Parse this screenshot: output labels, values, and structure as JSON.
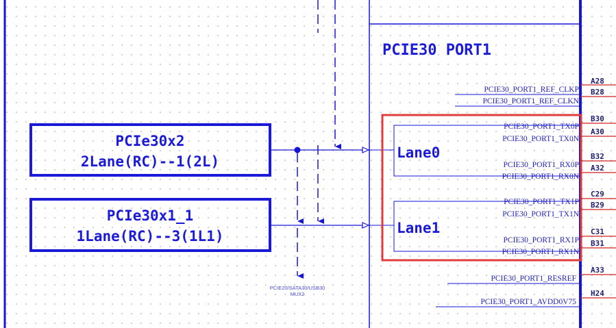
{
  "title": "PCIE30 PORT1",
  "blocks": {
    "x2": {
      "line1": "PCIe30x2",
      "line2": "2Lane(RC)--1(2L)"
    },
    "x1": {
      "line1": "PCIe30x1_1",
      "line2": "1Lane(RC)--3(1L1)"
    }
  },
  "mux_label": {
    "line1": "PCIE20/SATA30/USB30",
    "line2": "MUX2"
  },
  "lanes": {
    "lane0": "Lane0",
    "lane1": "Lane1"
  },
  "signals": {
    "ref_clkp": "PCIE30_PORT1_REF_CLKP",
    "ref_clkn": "PCIE30_PORT1_REF_CLKN",
    "tx0p": "PCIE30_PORT1_TX0P",
    "tx0n": "PCIE30_PORT1_TX0N",
    "rx0p": "PCIE30_PORT1_RX0P",
    "rx0n": "PCIE30_PORT1_RX0N",
    "tx1p": "PCIE30_PORT1_TX1P",
    "tx1n": "PCIE30_PORT1_TX1N",
    "rx1p": "PCIE30_PORT1_RX1P",
    "rx1n": "PCIE30_PORT1_RX1N",
    "resref": "PCIE30_PORT1_RESREF",
    "avdd": "PCIE30_PORT1_AVDD0V75"
  },
  "pins": {
    "a28": "A28",
    "b28": "B28",
    "b30": "B30",
    "a30": "A30",
    "b32": "B32",
    "a32": "A32",
    "c29": "C29",
    "b29": "B29",
    "c31": "C31",
    "b31": "B31",
    "a33": "A33",
    "h24": "H24"
  },
  "colors": {
    "wire": "#1515d6",
    "box": "#1a1ad8",
    "highlight": "#e03c3c",
    "pin_line": "#d02020",
    "signal_text": "#1f1fb8",
    "grid_dot": "#c4c4c4"
  }
}
